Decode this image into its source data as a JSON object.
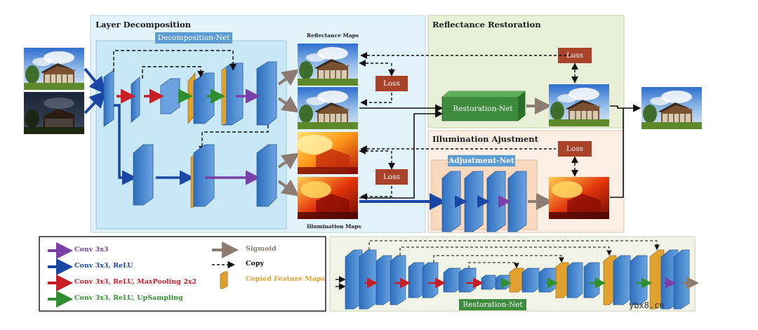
{
  "panels": {
    "layer_decomposition": "Layer Decomposition",
    "reflectance_restoration": "Reflectance Restoration",
    "illumination_adjustment": "Illumination Ajustment"
  },
  "nets": {
    "decomposition": "Decomposition-Net",
    "restoration": "Restoration-Net",
    "adjustment": "Adjustment-Net",
    "restoration_detail": "Restoration-Net"
  },
  "maps": {
    "reflectance": "Reflectance Maps",
    "illumination": "Illumination Maps"
  },
  "loss_label": "Loss",
  "legend": {
    "conv": "Conv 3x3",
    "conv_relu": "Conv 3x3, ReLU",
    "conv_relu_pool": "Conv 3x3, ReLU, MaxPooling 2x2",
    "conv_relu_up": "Conv 3x3, ReLU, UpSampling",
    "sigmoid": "Sigmoid",
    "copy": "Copy",
    "copied": "Copied Feature Maps"
  },
  "watermark": "ybx8.cn",
  "colors": {
    "purple": "#7a3fa8",
    "blue": "#1a47a6",
    "red": "#c91e24",
    "green": "#2f8f2f",
    "brown": "#8d7b72",
    "orange": "#e0a12e",
    "loss": "#a8432a",
    "net_bar": "#5d9bd5",
    "restoration_net": "#3d8c3d"
  }
}
